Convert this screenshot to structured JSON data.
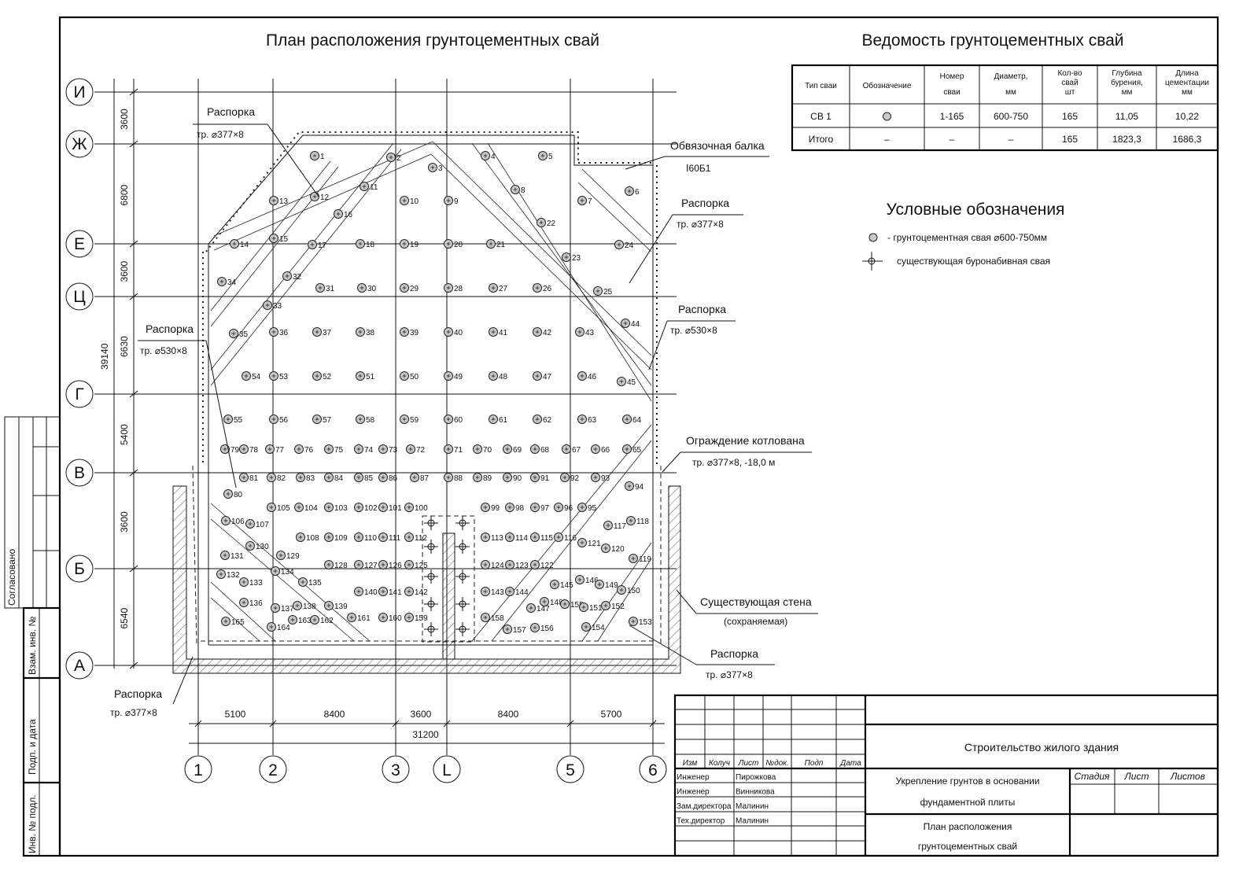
{
  "plan": {
    "title": "План расположения грунтоцементных свай",
    "axes_rows": [
      "И",
      "Ж",
      "Е",
      "Ц",
      "Г",
      "В",
      "Б",
      "А"
    ],
    "axes_cols": [
      "1",
      "2",
      "3",
      "L",
      "5",
      "6"
    ],
    "dims_left": [
      "3600",
      "6800",
      "3600",
      "6630",
      "5400",
      "3600",
      "6540"
    ],
    "dim_left_total": "39140",
    "dims_bottom": [
      "5100",
      "8400",
      "3600",
      "8400",
      "5700"
    ],
    "dim_bottom_total": "31200",
    "callouts": [
      {
        "title": "Распорка",
        "spec": "тр. ⌀377×8"
      },
      {
        "title": "Обвязочная балка",
        "spec": "Ⅰ60Б1"
      },
      {
        "title": "Распорка",
        "spec": "тр. ⌀377×8"
      },
      {
        "title": "Распорка",
        "spec": "тр. ⌀530×8"
      },
      {
        "title": "Распорка",
        "spec": "тр. ⌀530×8"
      },
      {
        "title": "Ограждение котлована",
        "spec": "тр. ⌀377×8, -18,0 м"
      },
      {
        "title": "Существующая стена",
        "spec": "(сохраняемая)"
      },
      {
        "title": "Распорка",
        "spec": "тр. ⌀377×8"
      },
      {
        "title": "Распорка",
        "spec": "тр. ⌀377×8"
      }
    ],
    "piles": [
      "1",
      "2",
      "3",
      "4",
      "5",
      "11",
      "8",
      "6",
      "13",
      "12",
      "10",
      "9",
      "7",
      "16",
      "22",
      "14",
      "15",
      "17",
      "18",
      "19",
      "20",
      "21",
      "23",
      "24",
      "34",
      "32",
      "31",
      "30",
      "29",
      "28",
      "27",
      "26",
      "25",
      "33",
      "35",
      "36",
      "37",
      "38",
      "39",
      "40",
      "41",
      "42",
      "43",
      "44",
      "54",
      "53",
      "52",
      "51",
      "50",
      "49",
      "48",
      "47",
      "46",
      "45",
      "55",
      "56",
      "57",
      "58",
      "59",
      "60",
      "61",
      "62",
      "63",
      "64",
      "79",
      "78",
      "77",
      "76",
      "75",
      "74",
      "73",
      "72",
      "71",
      "70",
      "69",
      "68",
      "67",
      "66",
      "65",
      "81",
      "82",
      "83",
      "84",
      "85",
      "86",
      "87",
      "88",
      "89",
      "90",
      "91",
      "92",
      "93",
      "80",
      "105",
      "104",
      "103",
      "102",
      "101",
      "100",
      "99",
      "98",
      "97",
      "96",
      "95",
      "94",
      "106",
      "107",
      "108",
      "109",
      "110",
      "111",
      "112",
      "113",
      "114",
      "115",
      "116",
      "117",
      "118",
      "131",
      "130",
      "129",
      "128",
      "127",
      "126",
      "125",
      "124",
      "123",
      "122",
      "121",
      "120",
      "119",
      "132",
      "133",
      "134",
      "135",
      "140",
      "141",
      "142",
      "143",
      "144",
      "145",
      "146",
      "149",
      "150",
      "165",
      "136",
      "137",
      "138",
      "139",
      "161",
      "160",
      "159",
      "158",
      "157",
      "147",
      "148",
      "155",
      "151",
      "152",
      "153",
      "164",
      "163",
      "162",
      "156",
      "154"
    ]
  },
  "schedule": {
    "title": "Ведомость грунтоцементных свай",
    "headers": [
      "Тип сваи",
      "Обозначение",
      "Номер сваи",
      "Диаметр, мм",
      "Кол-во свай шт",
      "Глубина бурения, мм",
      "Длина цементации мм"
    ],
    "rows": [
      [
        "СВ 1",
        "",
        "1-165",
        "600-750",
        "165",
        "11,05",
        "10,22"
      ],
      [
        "Итого",
        "–",
        "–",
        "–",
        "165",
        "1823,3",
        "1686,3"
      ]
    ]
  },
  "legend": {
    "title": "Условные обозначения",
    "items": [
      "- грунтоцементная свая ⌀600-750мм",
      "существующая буронабивная свая"
    ]
  },
  "title_block": {
    "col_headers": [
      "Изм",
      "Колуч",
      "Лист",
      "№док.",
      "Подп",
      "Дата"
    ],
    "people": [
      {
        "role": "Инженер",
        "name": "Пирожкова"
      },
      {
        "role": "Инженер",
        "name": "Винникова"
      },
      {
        "role": "Зам.директора",
        "name": "Малинин"
      },
      {
        "role": "Тех.директор",
        "name": "Малинин"
      }
    ],
    "project": "Строительство жилого здания",
    "subject": [
      "Укрепление грунтов в основании",
      "фундаментной плиты"
    ],
    "sheet_title": [
      "План расположения",
      "грунтоцементных свай"
    ],
    "stage_headers": [
      "Стадия",
      "Лист",
      "Листов"
    ]
  },
  "side_stamp": [
    "Согласовано",
    "Взам. инв. №",
    "Подп. и дата",
    "Инв. № подл."
  ]
}
